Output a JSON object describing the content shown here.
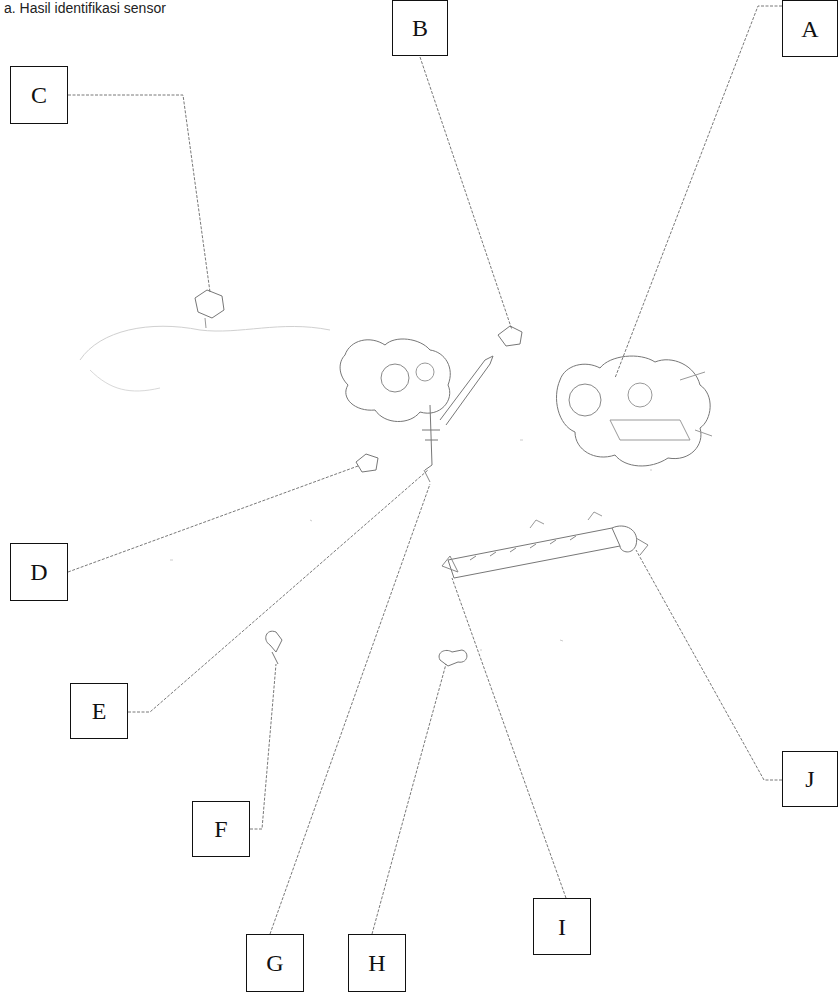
{
  "diagram": {
    "title": "a. Hasil identifikasi sensor",
    "nodes": [
      {
        "text": [
          "A"
        ]
      },
      {
        "text": [
          "B"
        ]
      },
      {
        "text": [
          "C"
        ]
      },
      {
        "text": [
          "D"
        ]
      },
      {
        "text": [
          "E"
        ]
      },
      {
        "text": [
          "F"
        ]
      },
      {
        "text": [
          "G"
        ]
      },
      {
        "text": [
          "H"
        ]
      },
      {
        "text": [
          "I"
        ]
      },
      {
        "text": [
          "J"
        ]
      }
    ]
  }
}
